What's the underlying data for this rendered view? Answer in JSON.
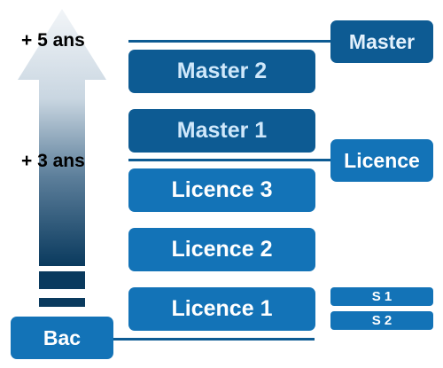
{
  "markers": {
    "five_years": "+ 5 ans",
    "three_years": "+ 3 ans"
  },
  "levels": {
    "master2": "Master 2",
    "master1": "Master 1",
    "licence3": "Licence 3",
    "licence2": "Licence 2",
    "licence1": "Licence 1"
  },
  "diplomas": {
    "master": "Master",
    "licence": "Licence",
    "bac": "Bac"
  },
  "semesters": [
    "S 1",
    "S 2"
  ],
  "colors": {
    "dark_blue": "#0d5b93",
    "mid_blue": "#1373b7",
    "arrow_top": "#f4f7fa",
    "arrow_bottom": "#0a3a5e"
  }
}
